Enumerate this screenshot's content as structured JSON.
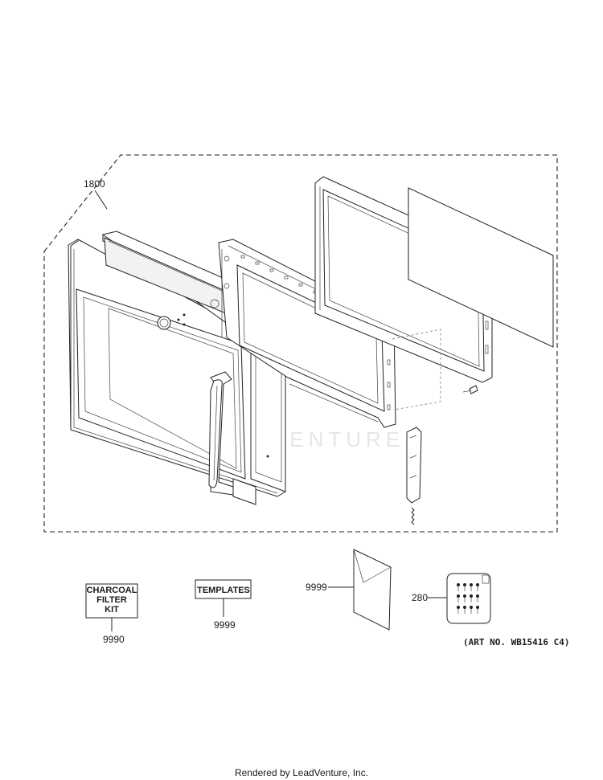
{
  "callouts": {
    "assembly": "1800",
    "charcoal_filter": "9990",
    "templates": "9999",
    "literature": "9999",
    "hardware": "280"
  },
  "boxes": {
    "charcoal_filter_line1": "CHARCOAL",
    "charcoal_filter_line2": "FILTER",
    "charcoal_filter_line3": "KIT",
    "templates": "TEMPLATES"
  },
  "art_number": "(ART NO. WB15416 C4)",
  "watermark": "LEADVENTURE",
  "footer": "Rendered by LeadVenture, Inc."
}
